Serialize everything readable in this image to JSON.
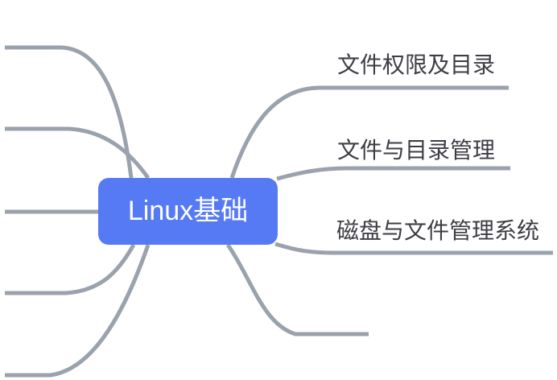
{
  "root": {
    "label": "Linux基础"
  },
  "branches": {
    "right": [
      {
        "label": "文件权限及目录"
      },
      {
        "label": "文件与目录管理"
      },
      {
        "label": "磁盘与文件管理系统"
      }
    ]
  },
  "colors": {
    "root_background": "#567AF4",
    "root_text": "#FFFFFF",
    "branch_line": "#9AA2AE",
    "label_text": "#3D3D45",
    "canvas_background": "#FFFFFF"
  }
}
